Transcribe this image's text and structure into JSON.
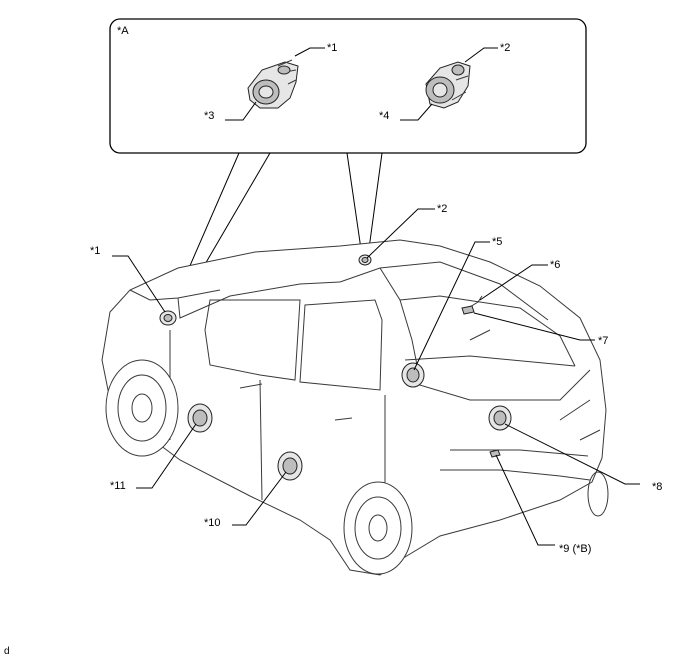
{
  "inset": {
    "label": "*A"
  },
  "callouts": {
    "c1_inset": "*1",
    "c2_inset": "*2",
    "c3": "*3",
    "c4": "*4",
    "c1": "*1",
    "c2": "*2",
    "c5": "*5",
    "c6": "*6",
    "c7": "*7",
    "c8": "*8",
    "c9": "*9 (*B)",
    "c10": "*10",
    "c11": "*11"
  },
  "footer": {
    "mark": "d"
  }
}
